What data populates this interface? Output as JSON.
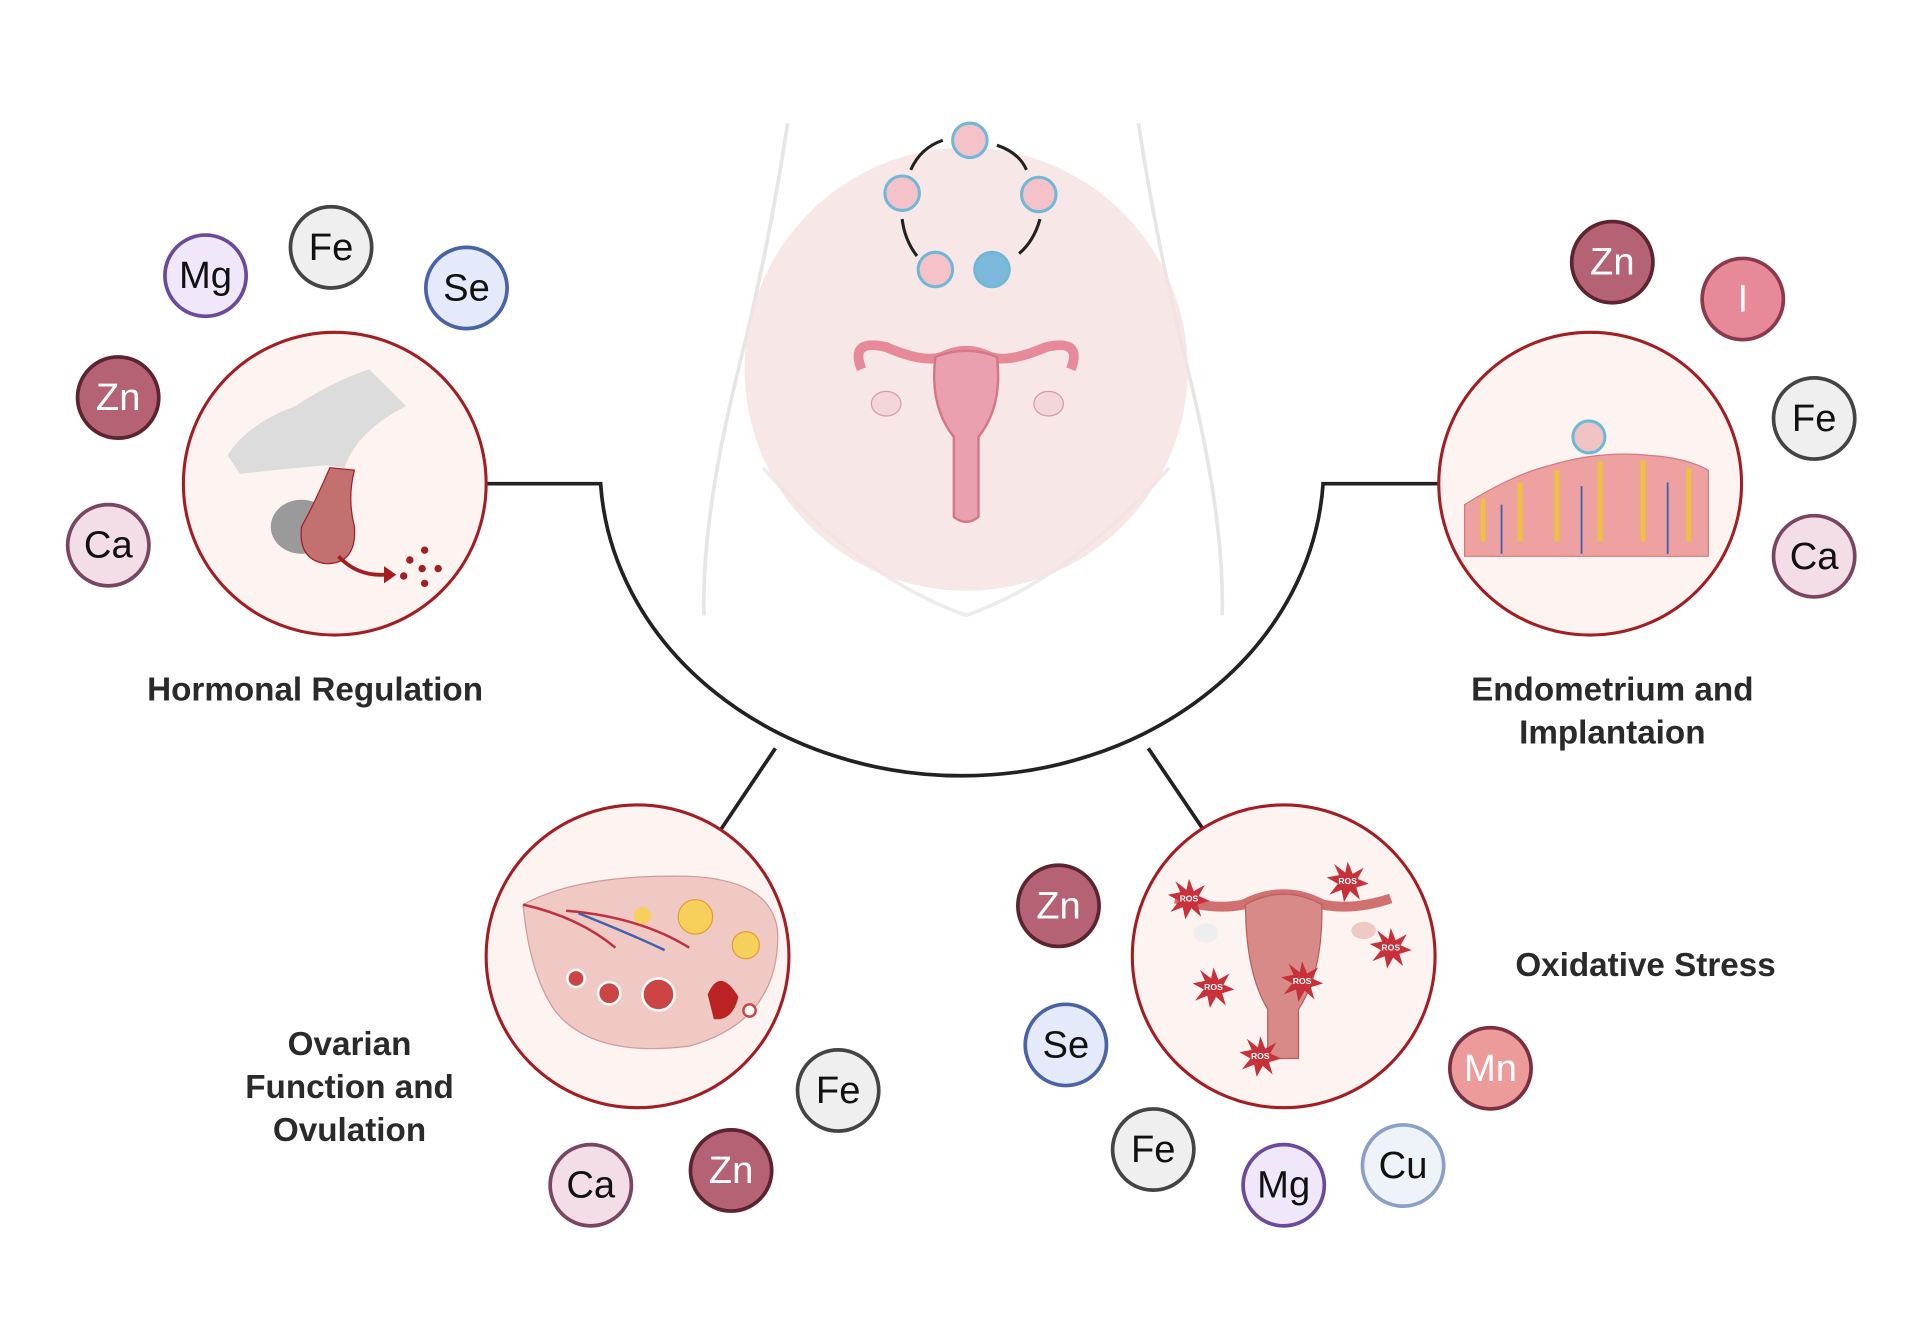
{
  "labels": {
    "hormonal": "Hormonal Regulation",
    "endometrium_line1": "Endometrium and",
    "endometrium_line2": "Implantaion",
    "ovarian_line1": "Ovarian",
    "ovarian_line2": "Function and",
    "ovarian_line3": "Ovulation",
    "oxidative": "Oxidative Stress"
  },
  "ros_label": "ROS",
  "hormonal_elements": [
    "Mg",
    "Fe",
    "Se",
    "Zn",
    "Ca"
  ],
  "endometrium_elements": [
    "Zn",
    "I",
    "Fe",
    "Ca"
  ],
  "ovarian_elements": [
    "Fe",
    "Zn",
    "Ca"
  ],
  "oxidative_elements": [
    "Zn",
    "Se",
    "Fe",
    "Mg",
    "Cu",
    "Mn"
  ],
  "colors": {
    "panel_stroke": "#a31d22",
    "Mg": "#f0e8fa",
    "Fe": "#efefef",
    "Se": "#e4eafa",
    "Zn": "#b56275",
    "Ca": "#f3dde7",
    "I": "#e8899a",
    "Cu": "#eef3fa",
    "Mn": "#ec9a9a"
  }
}
